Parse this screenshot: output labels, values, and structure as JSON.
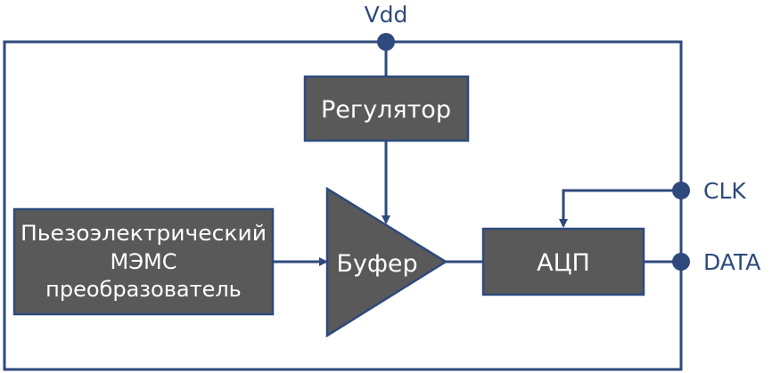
{
  "pins": {
    "vdd": "Vdd",
    "clk": "CLK",
    "data": "DATA"
  },
  "blocks": {
    "regulator": "Регулятор",
    "buffer": "Буфер",
    "adc": "АЦП",
    "mems": [
      "Пьезоэлектрический",
      "МЭМС",
      "преобразователь"
    ]
  },
  "colors": {
    "line": "#2e4a7d",
    "block_fill": "#595959",
    "block_text": "#ffffff",
    "pin_text": "#2e4a7d"
  }
}
